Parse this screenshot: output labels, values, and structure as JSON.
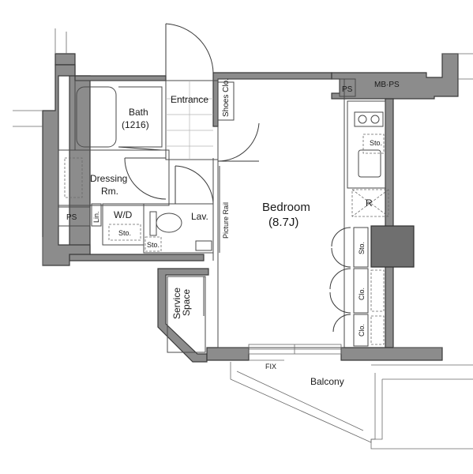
{
  "rooms": {
    "bath": "Bath",
    "bath_size": "(1216)",
    "entrance": "Entrance",
    "shoes_closet": "Shoes Clo.",
    "dressing_line1": "Dressing",
    "dressing_line2": "Rm.",
    "washer": "W/D",
    "lavatory": "Lav.",
    "picture_rail": "Picture Rail",
    "bedroom": "Bedroom",
    "bedroom_size": "(8.7J)",
    "service_space_line1": "Service",
    "service_space_line2": "Space",
    "balcony": "Balcony",
    "fix": "FIX",
    "mb_ps": "MB·PS",
    "ps_top": "PS",
    "ps_left": "PS",
    "linen": "Lin.",
    "storage_dressing": "Sto.",
    "storage_toilet": "Sto.",
    "storage_kitchen": "Sto.",
    "storage_bedroom": "Sto.",
    "closet_1": "Clo.",
    "closet_2": "Clo.",
    "refrigerator": "R"
  }
}
